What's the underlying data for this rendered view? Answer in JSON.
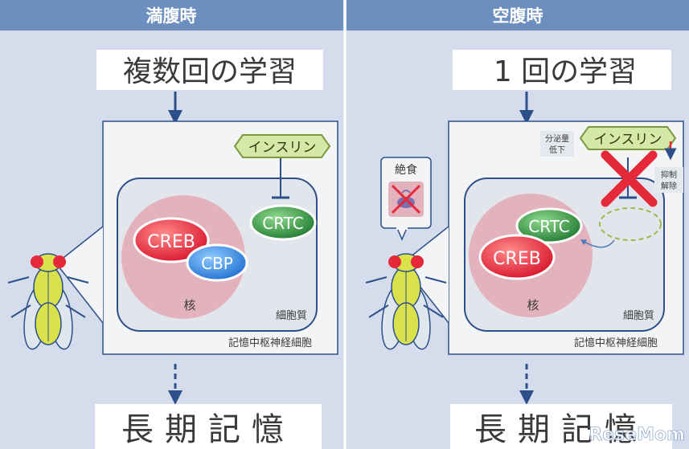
{
  "panels": {
    "left": {
      "header": "満腹時",
      "learning": "複数回の学習",
      "result": "長期記憶",
      "insulin": "インスリン",
      "crtc": "CRTC",
      "creb": "CREB",
      "cbp": "CBP",
      "nucleus": "核",
      "cytoplasm": "細胞質",
      "cell": "記憶中枢神経細胞"
    },
    "right": {
      "header": "空腹時",
      "learning": "1 回の学習",
      "result": "長期記憶",
      "insulin": "インスリン",
      "crtc": "CRTC",
      "creb": "CREB",
      "nucleus": "核",
      "cytoplasm": "細胞質",
      "cell": "記憶中枢神経細胞",
      "fasting": "絶食",
      "secretion_down": [
        "分泌量",
        "低下"
      ],
      "inhibition_release": [
        "抑制",
        "解除"
      ]
    }
  },
  "watermark": "ReseMom",
  "icons": [
    "fly-icon",
    "no-food-icon",
    "cross-mark-icon",
    "arrow-icon"
  ],
  "colors": {
    "header": "#6c8fbf",
    "background": "#d5dcec",
    "nucleus": "#e3b3bd",
    "creb": "#e5283a",
    "cbp": "#2d86dd",
    "crtc": "#2e8a3b",
    "insulin": "#d6e8a8",
    "arrow": "#2d4f8a",
    "cross": "#e5283a"
  }
}
